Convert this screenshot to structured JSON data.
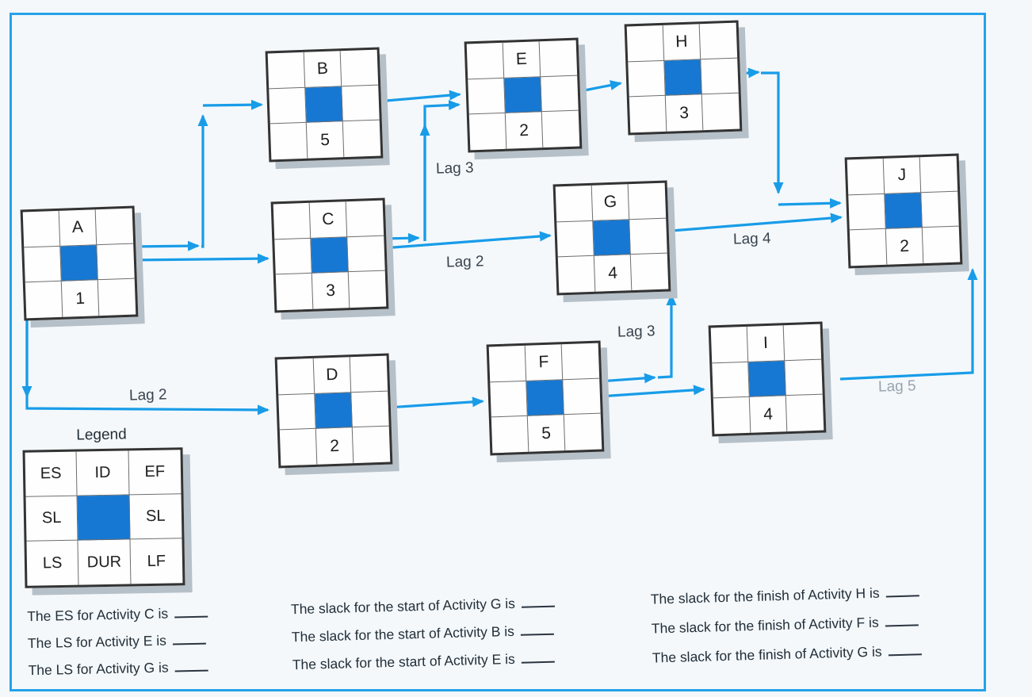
{
  "nodes": {
    "A": {
      "id": "A",
      "duration": "1"
    },
    "B": {
      "id": "B",
      "duration": "5"
    },
    "C": {
      "id": "C",
      "duration": "3"
    },
    "D": {
      "id": "D",
      "duration": "2"
    },
    "E": {
      "id": "E",
      "duration": "2"
    },
    "F": {
      "id": "F",
      "duration": "5"
    },
    "G": {
      "id": "G",
      "duration": "4"
    },
    "H": {
      "id": "H",
      "duration": "3"
    },
    "I": {
      "id": "I",
      "duration": "4"
    },
    "J": {
      "id": "J",
      "duration": "2"
    }
  },
  "lags": {
    "c_to_e": "Lag 3",
    "c_to_g": "Lag 2",
    "a_to_d": "Lag 2",
    "f_to_g": "Lag 3",
    "g_to_j": "Lag 4",
    "i_to_j": "Lag 5"
  },
  "legend": {
    "title": "Legend",
    "cells": [
      "ES",
      "ID",
      "EF",
      "SL",
      "",
      "SL",
      "LS",
      "DUR",
      "LF"
    ]
  },
  "questions": {
    "left": [
      "The ES for Activity C is",
      "The LS for Activity E is",
      "The LS for Activity G is"
    ],
    "middle": [
      "The slack for the start of Activity G is",
      "The slack for the start of Activity B is",
      "The slack for the start of Activity E is"
    ],
    "right": [
      "The slack for the finish of Activity H is",
      "The slack for the finish of Activity F is",
      "The slack for the finish of Activity G is"
    ]
  },
  "colors": {
    "node_center_blue": "#1678d2",
    "arrow_blue": "#189ce8",
    "frame_blue": "#25a2e9",
    "lag5_faded": "#98a4ae"
  }
}
